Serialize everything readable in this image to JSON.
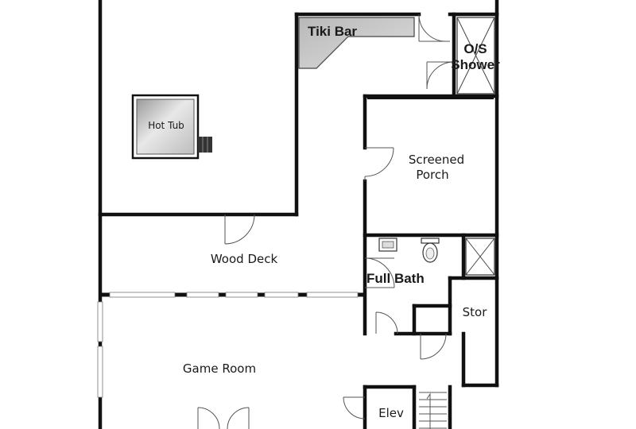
{
  "plan": {
    "colors": {
      "wall": "#111111",
      "fixture_fill": "#cccccc",
      "background": "#ffffff"
    },
    "rooms": {
      "tiki_bar": "Tiki Bar",
      "os_shower_line1": "O/S",
      "os_shower_line2": "Shower",
      "hot_tub": "Hot Tub",
      "screened_porch_line1": "Screened",
      "screened_porch_line2": "Porch",
      "wood_deck": "Wood Deck",
      "full_bath": "Full Bath",
      "stor": "Stor",
      "game_room": "Game Room",
      "elev": "Elev"
    }
  }
}
